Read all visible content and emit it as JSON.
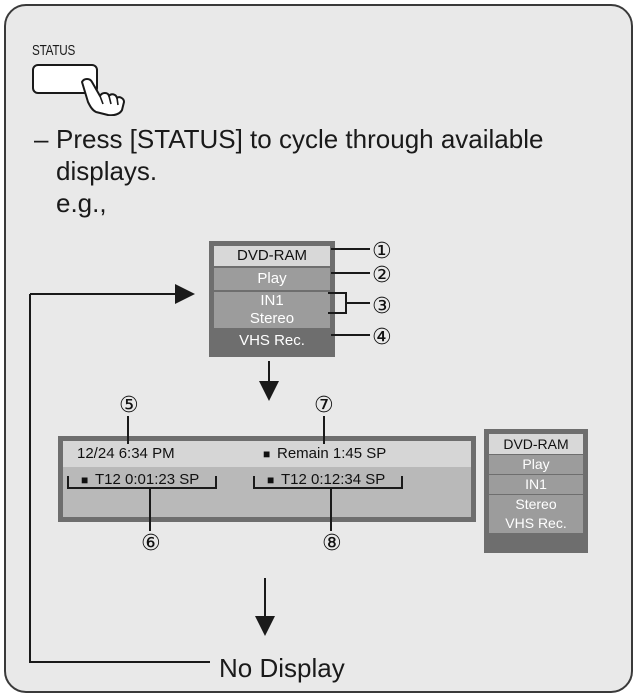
{
  "button_key": {
    "label": "STATUS"
  },
  "instructions": {
    "dash": "–",
    "line1": "Press [STATUS] to cycle through available",
    "line2": "displays.",
    "eg": "e.g.,"
  },
  "display_1": {
    "rows": [
      "DVD-RAM",
      "Play",
      "IN1",
      "Stereo",
      "VHS Rec."
    ],
    "callouts": [
      "①",
      "②",
      "③",
      "④"
    ]
  },
  "display_2": {
    "date_time": "12/24 6:34 PM",
    "remain_marker": "■",
    "remain": "Remain  1:45 SP",
    "left_marker": "■",
    "left_counter": "T12   0:01:23 SP",
    "right_marker": "■",
    "right_counter": "T12   0:12:34 SP",
    "callouts": [
      "⑤",
      "⑥",
      "⑦",
      "⑧"
    ],
    "side_panel": [
      "DVD-RAM",
      "Play",
      "IN1",
      "Stereo",
      "VHS Rec."
    ]
  },
  "display_3": {
    "label": "No Display"
  },
  "colors": {
    "frame_bg": "#e9e9e9",
    "panel_dark": "#6e6e6e",
    "panel_mid": "#9c9c9c",
    "panel_light": "#d8d8d8"
  }
}
